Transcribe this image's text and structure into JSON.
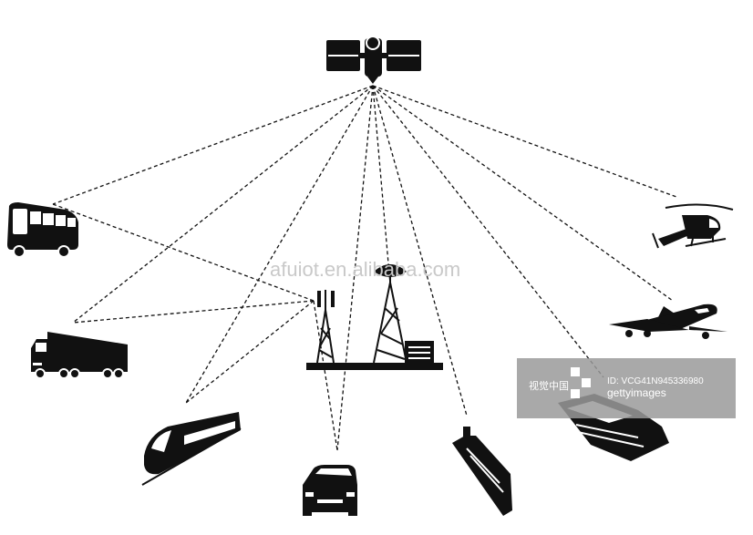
{
  "watermark": {
    "site": "afuiot.en.alibaba.com",
    "vcg_brand": "视觉中国",
    "image_id": "ID: VCG41N945336980",
    "getty": "gettyimages"
  },
  "colors": {
    "ink": "#111111",
    "link_line": "#111111",
    "watermark_text": "#c9c9c9",
    "watermark_box": "#9a9a9a"
  },
  "nodes": [
    {
      "id": "satellite",
      "icon": "satellite-icon"
    },
    {
      "id": "cell-tower",
      "icon": "cell-tower-icon"
    },
    {
      "id": "ground-station",
      "icon": "dish-antenna-icon"
    },
    {
      "id": "bus",
      "icon": "bus-icon"
    },
    {
      "id": "truck",
      "icon": "truck-icon"
    },
    {
      "id": "train",
      "icon": "train-icon"
    },
    {
      "id": "car",
      "icon": "car-icon"
    },
    {
      "id": "cargo-ship",
      "icon": "cargo-ship-icon"
    },
    {
      "id": "cruise-ship",
      "icon": "cruise-ship-icon"
    },
    {
      "id": "airplane",
      "icon": "airplane-icon"
    },
    {
      "id": "helicopter",
      "icon": "helicopter-icon"
    }
  ],
  "links": [
    {
      "from": "satellite",
      "to": "bus"
    },
    {
      "from": "satellite",
      "to": "truck"
    },
    {
      "from": "satellite",
      "to": "train"
    },
    {
      "from": "satellite",
      "to": "car"
    },
    {
      "from": "satellite",
      "to": "ground-station"
    },
    {
      "from": "satellite",
      "to": "cargo-ship"
    },
    {
      "from": "satellite",
      "to": "cruise-ship"
    },
    {
      "from": "satellite",
      "to": "airplane"
    },
    {
      "from": "satellite",
      "to": "helicopter"
    },
    {
      "from": "cell-tower",
      "to": "bus"
    },
    {
      "from": "cell-tower",
      "to": "truck"
    },
    {
      "from": "cell-tower",
      "to": "train"
    },
    {
      "from": "cell-tower",
      "to": "car"
    }
  ]
}
